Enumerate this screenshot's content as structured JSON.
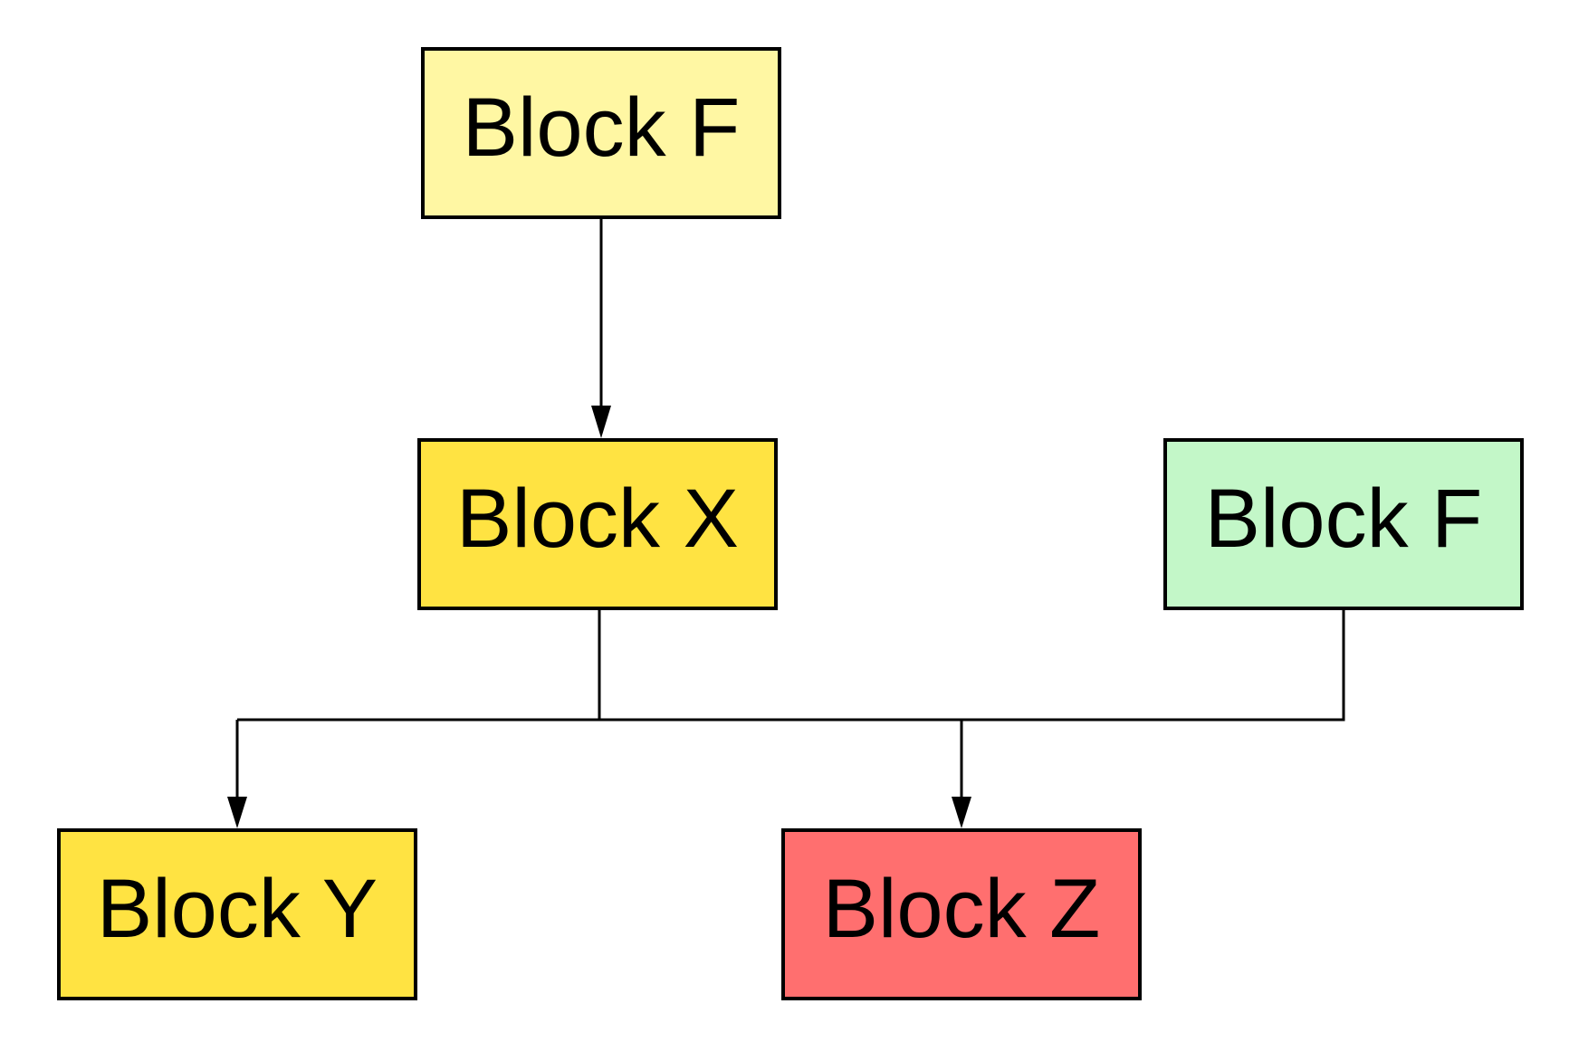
{
  "diagram": {
    "nodes": {
      "block_f_top": {
        "label": "Block F",
        "color": "#fff7a3"
      },
      "block_x": {
        "label": "Block X",
        "color": "#ffe342"
      },
      "block_f_right": {
        "label": "Block F",
        "color": "#c3f7c8"
      },
      "block_y": {
        "label": "Block Y",
        "color": "#ffe342"
      },
      "block_z": {
        "label": "Block Z",
        "color": "#ff6f6f"
      }
    },
    "edges": [
      {
        "from": "block_f_top",
        "to": "block_x"
      },
      {
        "from": "block_x",
        "to": "block_y"
      },
      {
        "from": "block_x",
        "to": "block_z"
      },
      {
        "from": "block_f_right",
        "to": "block_z"
      }
    ],
    "line_color": "#000000"
  }
}
